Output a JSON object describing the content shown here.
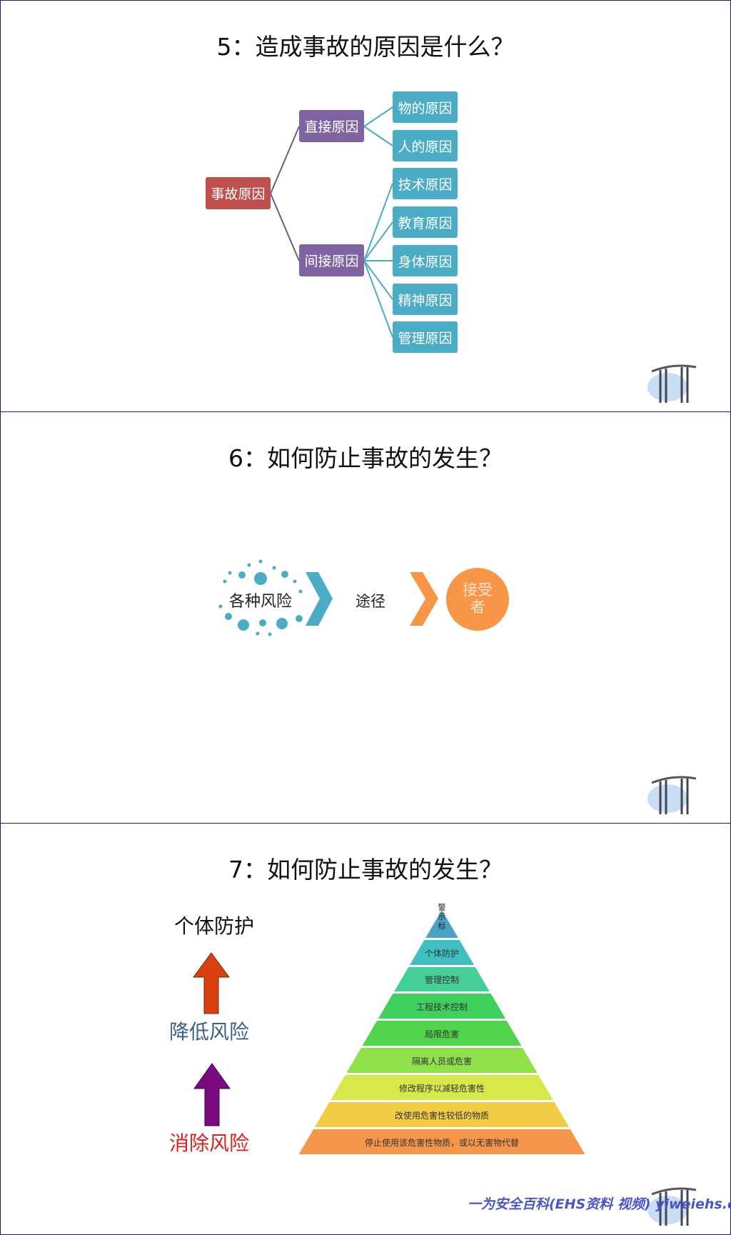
{
  "slide5": {
    "title": "5：造成事故的原因是什么？",
    "root": "事故原因",
    "direct": {
      "label": "直接原因",
      "children": [
        "物的原因",
        "人的原因"
      ]
    },
    "indirect": {
      "label": "间接原因",
      "children": [
        "技术原因",
        "教育原因",
        "身体原因",
        "精神原因",
        "管理原因"
      ]
    }
  },
  "slide6": {
    "title": "6：如何防止事故的发生？",
    "source": "各种风险",
    "path": "途径",
    "receiver": "接受者"
  },
  "slide7": {
    "title": "7：如何防止事故的发生？",
    "left": {
      "top": "个体防护",
      "middle": "降低风险",
      "bottom": "消除风险"
    },
    "pyramid": [
      {
        "label": "警示标",
        "color": "#4aa3c4"
      },
      {
        "label": "个体防护",
        "color": "#3fbfbf"
      },
      {
        "label": "管理控制",
        "color": "#45cf96"
      },
      {
        "label": "工程技术控制",
        "color": "#3ecf5c"
      },
      {
        "label": "局限危害",
        "color": "#4fd44a"
      },
      {
        "label": "隔离人员或危害",
        "color": "#8fe04a"
      },
      {
        "label": "修改程序以减轻危害性",
        "color": "#d6e84a"
      },
      {
        "label": "改使用危害性较低的物质",
        "color": "#f2cc45"
      },
      {
        "label": "停止使用该危害性物质，或以无害物代替",
        "color": "#f5964a"
      }
    ]
  },
  "watermark": "一为安全百科(EHS资料 视频) yiweiehs.cn"
}
